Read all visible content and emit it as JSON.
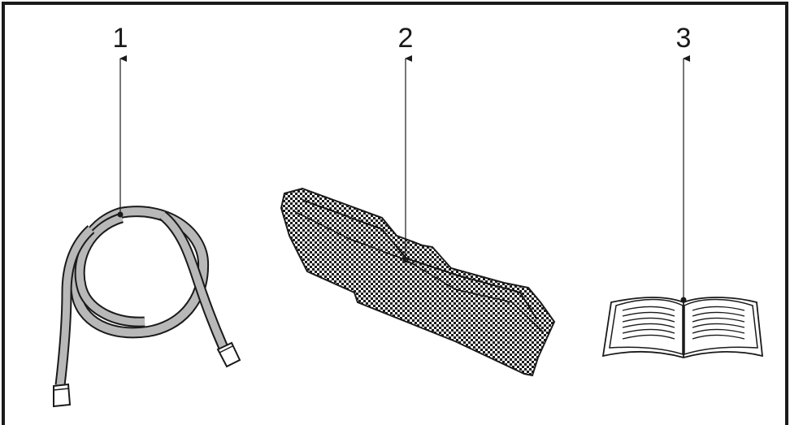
{
  "callouts": [
    {
      "number": "1",
      "item": "hose"
    },
    {
      "number": "2",
      "item": "filter-mat"
    },
    {
      "number": "3",
      "item": "manual"
    }
  ],
  "colors": {
    "frame": "#1a1a1a",
    "hose_fill": "#b8b8b8",
    "outline": "#1a1a1a"
  }
}
